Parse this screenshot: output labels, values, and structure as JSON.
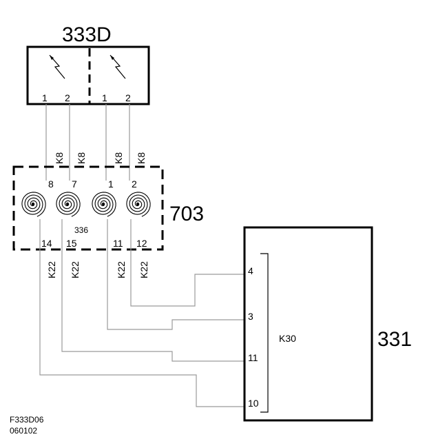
{
  "components": {
    "unit_333d": {
      "label": "333D",
      "pins": [
        "1",
        "2",
        "1",
        "2"
      ]
    },
    "connector_703": {
      "label": "703",
      "inner_label": "336",
      "top_pins": [
        "8",
        "7",
        "1",
        "2"
      ],
      "bottom_pins": [
        "14",
        "15",
        "11",
        "12"
      ],
      "top_connector_label": "K8",
      "bottom_connector_label": "K22"
    },
    "unit_331": {
      "label": "331",
      "connector_label": "K30",
      "pins": [
        "4",
        "3",
        "11",
        "10"
      ]
    }
  },
  "footer": {
    "figure_id": "F333D06",
    "date_code": "060102"
  }
}
